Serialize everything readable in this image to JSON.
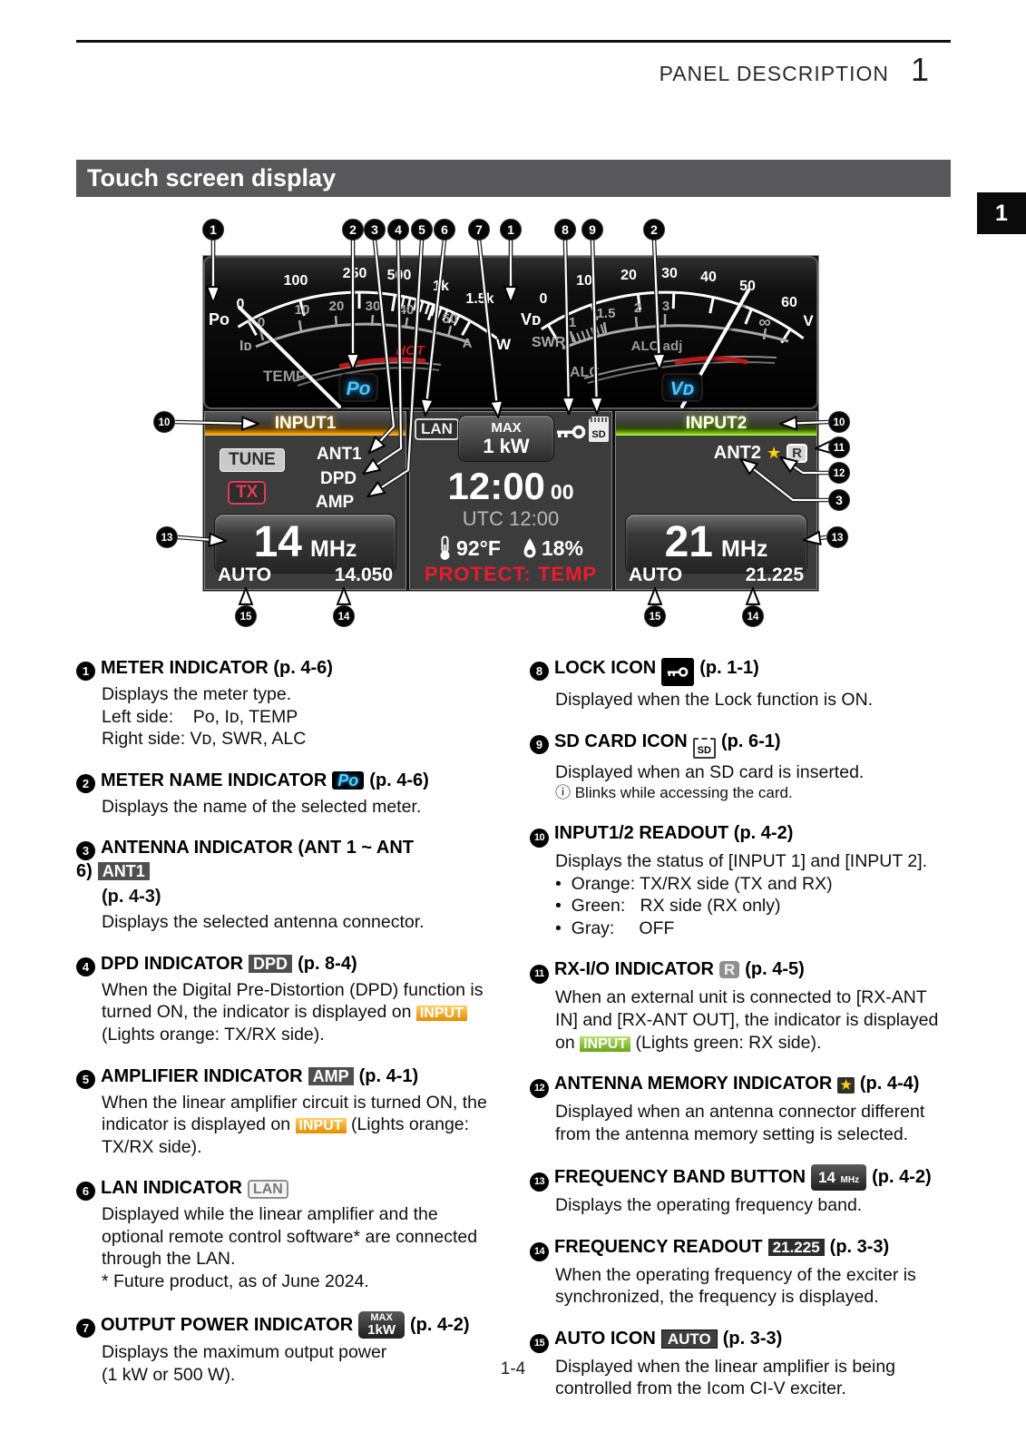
{
  "page": {
    "header": "PANEL DESCRIPTION",
    "chapter": "1",
    "side_tab": "1",
    "section_title": "Touch screen display",
    "page_number": "1-4"
  },
  "callouts": {
    "top": [
      "1",
      "2",
      "3",
      "4",
      "5",
      "6",
      "7",
      "1",
      "8",
      "9",
      "2"
    ],
    "left": [
      "10",
      "13"
    ],
    "right": [
      "10",
      "11",
      "12",
      "3",
      "13"
    ],
    "bottom": [
      "15",
      "14",
      "15",
      "14"
    ]
  },
  "screen": {
    "meter_left": {
      "name": "Pᴏ",
      "scale": [
        "0",
        "100",
        "250",
        "500",
        "1k",
        "1.5k"
      ],
      "unit": "W",
      "id_name": "Iᴅ",
      "id_scale": [
        "0",
        "10",
        "20",
        "30",
        "40",
        "50"
      ],
      "id_unit": "A",
      "temp": "TEMP",
      "hot": "HOT",
      "badge": "Pᴏ"
    },
    "meter_right": {
      "name": "Vᴅ",
      "scale": [
        "0",
        "10",
        "20",
        "30",
        "40",
        "50",
        "60"
      ],
      "unit": "V",
      "swr_name": "SWR",
      "swr_scale": [
        "1",
        "1.5",
        "2",
        "3",
        "∞"
      ],
      "alc_adj": "ALC adj",
      "alc": "ALC",
      "badge": "Vᴅ"
    },
    "input1": {
      "header": "INPUT1",
      "tune": "TUNE",
      "tx": "TX",
      "ant": "ANT1",
      "dpd": "DPD",
      "amp": "AMP",
      "band": "14",
      "band_unit": "MHz",
      "auto": "AUTO",
      "freq": "14.050"
    },
    "center": {
      "lan": "LAN",
      "max1": "MAX",
      "max2": "1 kW",
      "clock": "12:00",
      "seconds": "00",
      "utc": "UTC 12:00",
      "temp": "92°F",
      "humidity": "18%",
      "protect": "PROTECT: TEMP",
      "sd": "SD"
    },
    "input2": {
      "header": "INPUT2",
      "ant": "ANT2",
      "star": "★",
      "r": "R",
      "band": "21",
      "band_unit": "MHz",
      "auto": "AUTO",
      "freq": "21.225"
    }
  },
  "items": {
    "i1": {
      "num": "1",
      "title": "METER INDICATOR (p. 4-6)",
      "l1": "Displays the meter type.",
      "l2": "Left side:    Pᴏ, Iᴅ, TEMP",
      "l3": "Right side: Vᴅ, SWR, ALC"
    },
    "i2": {
      "num": "2",
      "t1": "METER NAME INDICATOR",
      "badge": "Pᴏ",
      "t2": "(p. 4-6)",
      "l1": "Displays the name of the selected meter."
    },
    "i3": {
      "num": "3",
      "t1": "ANTENNA INDICATOR (ANT 1 ~ ANT 6)",
      "badge": "ANT1",
      "t2": "(p. 4-3)",
      "l1": "Displays the selected antenna connector."
    },
    "i4": {
      "num": "4",
      "t1": "DPD INDICATOR",
      "badge": "DPD",
      "t2": "(p. 8-4)",
      "b1": "When the Digital Pre-Distortion (DPD) function is turned ON, the indicator is displayed on ",
      "badge2": "INPUT",
      "b2": " (Lights orange: TX/RX side)."
    },
    "i5": {
      "num": "5",
      "t1": "AMPLIFIER INDICATOR",
      "badge": "AMP",
      "t2": "(p. 4-1)",
      "b1": "When the linear amplifier circuit is turned ON, the indicator is displayed on ",
      "badge2": "INPUT",
      "b2": " (Lights orange: TX/RX side)."
    },
    "i6": {
      "num": "6",
      "t1": "LAN INDICATOR",
      "badge": "LAN",
      "l1": "Displayed while the linear amplifier and the optional remote control software* are connected through the LAN.",
      "l2": "* Future product, as of June 2024."
    },
    "i7": {
      "num": "7",
      "t1": "OUTPUT POWER INDICATOR",
      "badge1": "MAX",
      "badge2": "1kW",
      "t2": "(p. 4-2)",
      "l1": "Displays the maximum output power",
      "l2": "(1 kW or 500 W)."
    },
    "i8": {
      "num": "8",
      "t1": "LOCK ICON",
      "t2": "(p. 1-1)",
      "l1": "Displayed when the Lock function is ON."
    },
    "i9": {
      "num": "9",
      "t1": "SD CARD ICON",
      "badge": "SD",
      "t2": "(p. 6-1)",
      "l1": "Displayed when an SD card is inserted.",
      "note": "ⓘ Blinks while accessing the card."
    },
    "i10": {
      "num": "10",
      "title": "INPUT1/2 READOUT (p. 4-2)",
      "l1": "Displays the status of [INPUT 1] and [INPUT 2].",
      "b1": "•  Orange: TX/RX side (TX and RX)",
      "b2": "•  Green:   RX side (RX only)",
      "b3": "•  Gray:     OFF"
    },
    "i11": {
      "num": "11",
      "t1": "RX-I/O INDICATOR",
      "badge": "R",
      "t2": "(p. 4-5)",
      "b1": "When an external unit is connected to [RX-ANT IN] and [RX-ANT OUT], the indicator is displayed on ",
      "badge2": "INPUT",
      "b2": " (Lights green: RX side)."
    },
    "i12": {
      "num": "12",
      "t1": "ANTENNA MEMORY INDICATOR",
      "badge": "★",
      "t2": "(p. 4-4)",
      "l1": "Displayed when an antenna connector different from the antenna memory setting is selected."
    },
    "i13": {
      "num": "13",
      "t1": "FREQUENCY BAND BUTTON",
      "badge_n": "14",
      "badge_u": "MHz",
      "t2": "(p. 4-2)",
      "l1": "Displays the operating frequency band."
    },
    "i14": {
      "num": "14",
      "t1": "FREQUENCY READOUT",
      "badge": "21.225",
      "t2": "(p. 3-3)",
      "l1": "When the operating frequency of the exciter is synchronized, the frequency is displayed."
    },
    "i15": {
      "num": "15",
      "t1": "AUTO ICON",
      "badge": "AUTO",
      "t2": "(p. 3-3)",
      "l1": "Displayed when the linear amplifier is being controlled from the Icom CI-V exciter."
    }
  }
}
